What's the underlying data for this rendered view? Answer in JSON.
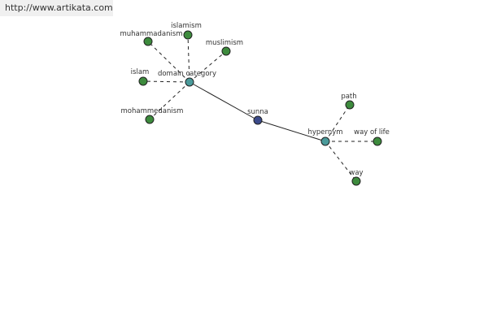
{
  "watermark": {
    "text": "http://www.artikata.com"
  },
  "colors": {
    "root": "#3b4a8a",
    "hub": "#4a9a9a",
    "leaf": "#3d8b3d",
    "stroke": "#222222"
  },
  "graph": {
    "nodes": [
      {
        "id": "sunna",
        "label": "sunna",
        "kind": "root"
      },
      {
        "id": "domain_category",
        "label": "domain category",
        "kind": "hub"
      },
      {
        "id": "hypernym",
        "label": "hypernym",
        "kind": "hub"
      },
      {
        "id": "muhammadanism",
        "label": "muhammadanism",
        "kind": "leaf"
      },
      {
        "id": "islamism",
        "label": "islamism",
        "kind": "leaf"
      },
      {
        "id": "muslimism",
        "label": "muslimism",
        "kind": "leaf"
      },
      {
        "id": "islam",
        "label": "islam",
        "kind": "leaf"
      },
      {
        "id": "mohammedanism",
        "label": "mohammedanism",
        "kind": "leaf"
      },
      {
        "id": "path",
        "label": "path",
        "kind": "leaf"
      },
      {
        "id": "way_of_life",
        "label": "way of life",
        "kind": "leaf"
      },
      {
        "id": "way",
        "label": "way",
        "kind": "leaf"
      }
    ],
    "edges": [
      {
        "from": "sunna",
        "to": "domain_category",
        "style": "solid"
      },
      {
        "from": "sunna",
        "to": "hypernym",
        "style": "solid"
      },
      {
        "from": "domain_category",
        "to": "muhammadanism",
        "style": "dashed"
      },
      {
        "from": "domain_category",
        "to": "islamism",
        "style": "dashed"
      },
      {
        "from": "domain_category",
        "to": "muslimism",
        "style": "dashed"
      },
      {
        "from": "domain_category",
        "to": "islam",
        "style": "dashed"
      },
      {
        "from": "domain_category",
        "to": "mohammedanism",
        "style": "dashed"
      },
      {
        "from": "hypernym",
        "to": "path",
        "style": "dashed"
      },
      {
        "from": "hypernym",
        "to": "way_of_life",
        "style": "dashed"
      },
      {
        "from": "hypernym",
        "to": "way",
        "style": "dashed"
      }
    ]
  }
}
